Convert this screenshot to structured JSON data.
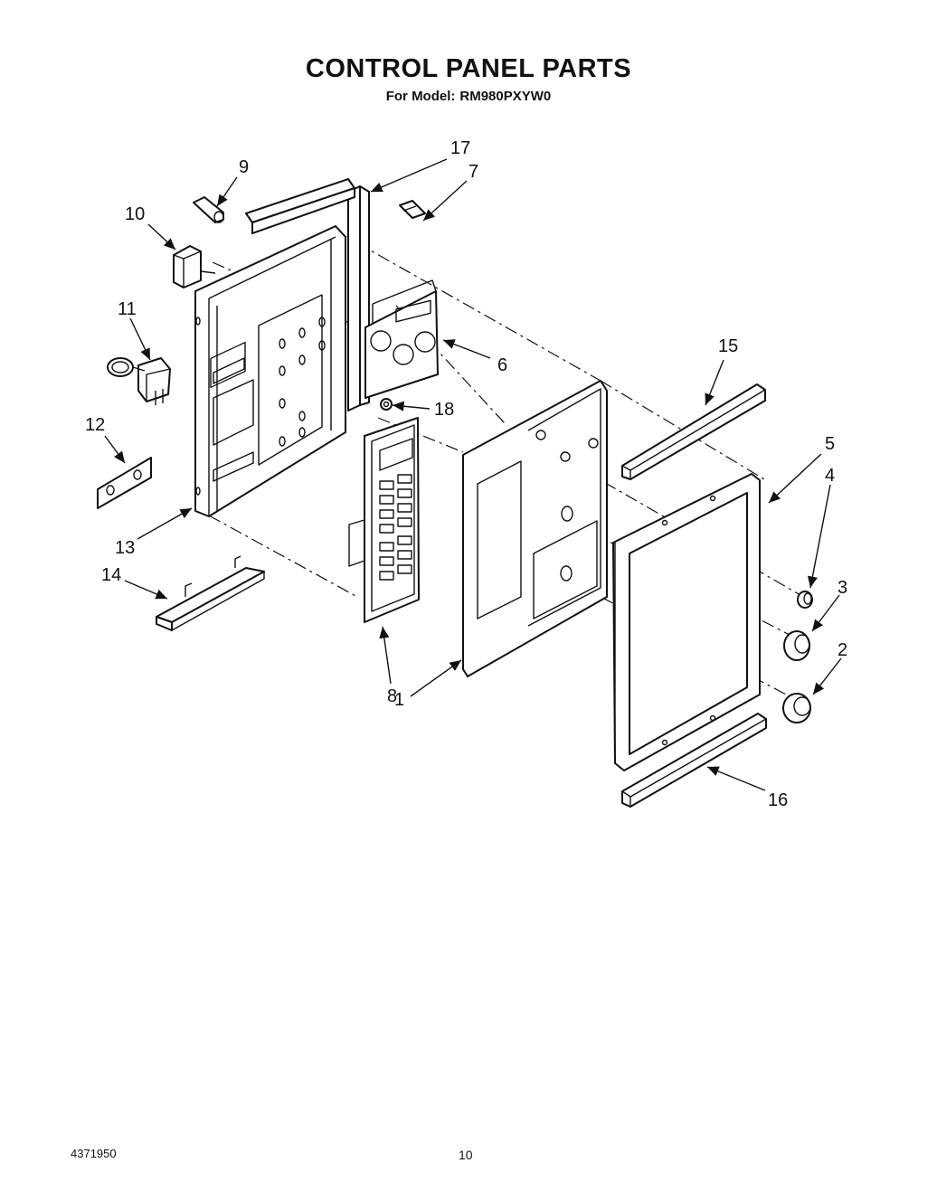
{
  "title": "CONTROL PANEL PARTS",
  "subtitle": {
    "prefix": "For Model:",
    "model": "RM980PXYW0"
  },
  "callouts": [
    "1",
    "2",
    "3",
    "4",
    "5",
    "6",
    "7",
    "8",
    "9",
    "10",
    "11",
    "12",
    "13",
    "14",
    "15",
    "16",
    "17",
    "18"
  ],
  "footer": {
    "document_number": "4371950",
    "page_number": "10"
  }
}
